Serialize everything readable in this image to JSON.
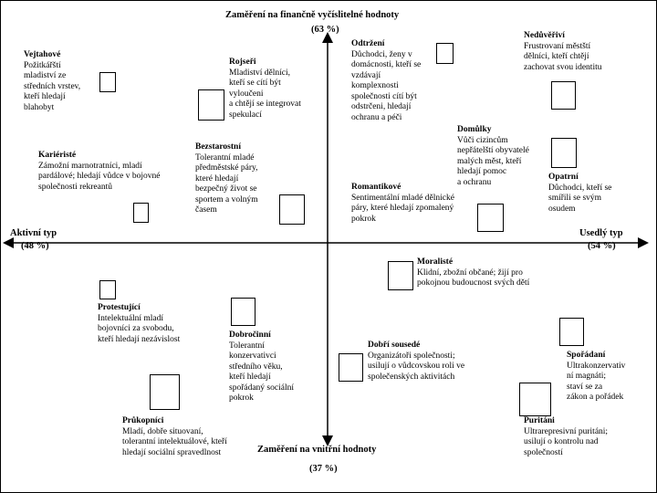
{
  "axes": {
    "top_title": "Zaměření na finančně vyčíslitelné hodnoty",
    "top_pct": "(63 %)",
    "bottom_title": "Zaměření na vnitřní hodnoty",
    "bottom_pct": "(37 %)",
    "left_title": "Aktivní typ",
    "left_pct": "(48 %)",
    "right_title": "Usedlý typ",
    "right_pct": "(54 %)"
  },
  "segments": {
    "vejtahove": {
      "name": "Vejtahové",
      "lines": [
        "Požitkářští",
        "mladiství ze",
        "středních vrstev,",
        "kteří hledají",
        "blahobyt"
      ]
    },
    "rojseri": {
      "name": "Rojseři",
      "lines": [
        "Mladiství dělníci,",
        "kteří se cítí být",
        "vyloučeni",
        "a chtějí se integrovat",
        "spekulací"
      ]
    },
    "odtrzeni": {
      "name": "Odtržení",
      "lines": [
        "Důchodci, ženy v",
        "domácnosti, kteří se",
        "vzdávají",
        "komplexnosti",
        "společnosti cítí být",
        "odstrčeni, hledají",
        "ochranu a péči"
      ]
    },
    "neduverivi": {
      "name": "Nedůvěřiví",
      "lines": [
        "Frustrovaní městští",
        "dělníci, kteří chtějí",
        "zachovat svou identitu"
      ]
    },
    "kariériste": {
      "name": "Kariéristé",
      "lines": [
        "Zámožní marnotratníci, mladí",
        "pardálové; hledají vůdce v bojovné",
        "společnosti rekreantů"
      ]
    },
    "bezstarostni": {
      "name": "Bezstarostní",
      "lines": [
        "Tolerantní mladé",
        "předměstské páry,",
        "které hledají",
        "bezpečný život se",
        "sportem a volným",
        "časem"
      ]
    },
    "domulky": {
      "name": "Domůlky",
      "lines": [
        "Vůči cizincům",
        "nepřátelští obyvatelé",
        "malých měst, kteří",
        "hledají pomoc",
        "a ochranu"
      ]
    },
    "romantikove": {
      "name": "Romantikové",
      "lines": [
        "Sentimentální mladé dělnické",
        "páry, které hledají zpomalený",
        "pokrok"
      ]
    },
    "opatrni": {
      "name": "Opatrní",
      "lines": [
        "Důchodci, kteří se",
        "smířili se svým",
        "osudem"
      ]
    },
    "moraliste": {
      "name": "Moralisté",
      "lines": [
        "Klidní, zbožní občané; žijí pro",
        "pokojnou budoucnost svých dětí"
      ]
    },
    "protestujici": {
      "name": "Protestující",
      "lines": [
        "Intelektuální mladí",
        "bojovníci za svobodu,",
        "kteří hledají nezávislost"
      ]
    },
    "dobrocinni": {
      "name": "Dobročinní",
      "lines": [
        "Tolerantní",
        "konzervativci",
        "středního věku,",
        "kteří hledají",
        "spořádaný sociální",
        "pokrok"
      ]
    },
    "dobri_sousede": {
      "name": "Dobří sousedé",
      "lines": [
        "Organizátoři společnosti;",
        "usilují o vůdcovskou roli ve",
        "společenských aktivitách"
      ]
    },
    "sporadani": {
      "name": "Spořádaní",
      "lines": [
        "Ultrakonzervativ",
        "ní magnáti;",
        "staví se za",
        "zákon a pořádek"
      ]
    },
    "prukopnici": {
      "name": "Průkopníci",
      "lines": [
        "Mladí, dobře situovaní,",
        "tolerantní intelektuálové, kteří",
        "hledají sociální spravedlnost"
      ]
    },
    "puritani": {
      "name": "Puritáni",
      "lines": [
        "Ultrarepresivní puritáni;",
        "usilují o kontrolu nad",
        "společností"
      ]
    }
  }
}
